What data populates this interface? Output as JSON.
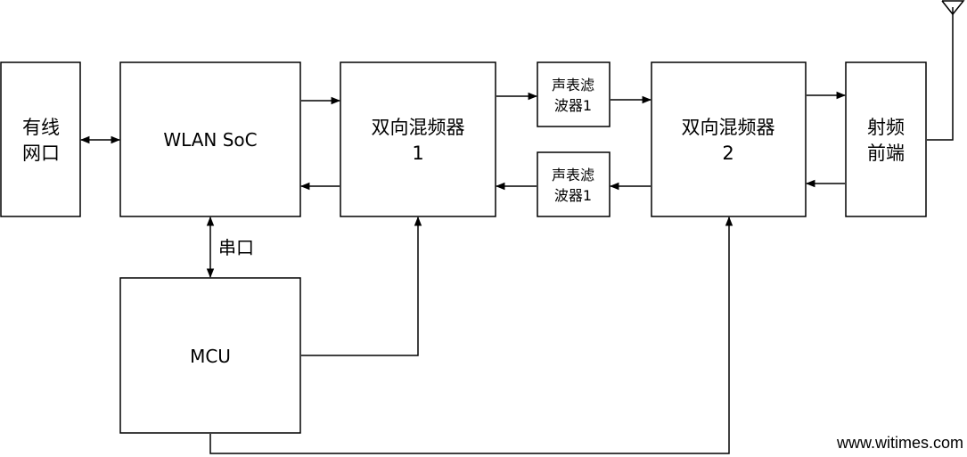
{
  "blocks": {
    "wired_port": [
      "有线",
      "网口"
    ],
    "wlan_soc": [
      "WLAN SoC"
    ],
    "mixer1": [
      "双向混频器",
      "1"
    ],
    "saw_filter_tx": [
      "声表滤",
      "波器1"
    ],
    "saw_filter_rx": [
      "声表滤",
      "波器1"
    ],
    "mixer2": [
      "双向混频器",
      "2"
    ],
    "rf_frontend": [
      "射频",
      "前端"
    ],
    "mcu": [
      "MCU"
    ]
  },
  "links": {
    "uart_label": "串口"
  },
  "watermark": "www.witimes.com"
}
